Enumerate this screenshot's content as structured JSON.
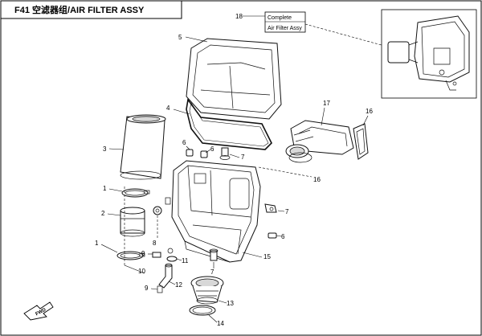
{
  "title": "F41 空滤器组/AIR FILTER ASSY",
  "callout_box": {
    "number": "18",
    "line1": "Complete",
    "line2": "Air Filter Assy"
  },
  "labels": {
    "p1a": "1",
    "p1b": "1",
    "p2": "2",
    "p3": "3",
    "p4": "4",
    "p5": "5",
    "p6a": "6",
    "p6b": "6",
    "p6c": "6",
    "p7a": "7",
    "p7b": "7",
    "p7c": "7",
    "p8": "8",
    "p9a": "9",
    "p9b": "9",
    "p10": "10",
    "p11": "11",
    "p12": "12",
    "p13": "13",
    "p14": "14",
    "p15": "15",
    "p16a": "16",
    "p16b": "16",
    "p17": "17",
    "p18": "18"
  },
  "direction_marker": "FWD"
}
